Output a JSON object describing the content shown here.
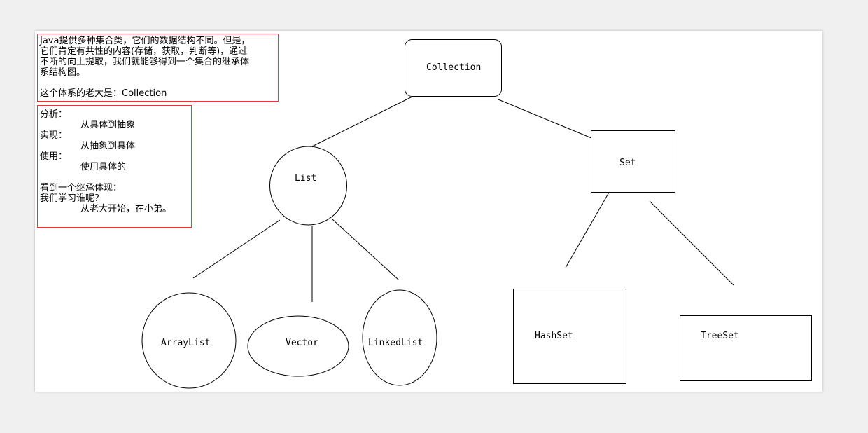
{
  "note_top": {
    "lines": [
      "Java提供多种集合类，它们的数据结构不同。但是，",
      "它们肯定有共性的内容(存储，获取，判断等)，通过",
      "不断的向上提取，我们就能够得到一个集合的继承体",
      "系结构图。",
      "",
      "这个体系的老大是：Collection"
    ]
  },
  "note_bottom": {
    "analysis_label": "分析：",
    "analysis_value": "从具体到抽象",
    "implement_label": "实现：",
    "implement_value": "从抽象到具体",
    "use_label": "使用：",
    "use_value": "使用具体的",
    "summary_line1": "看到一个继承体现：",
    "summary_line2": "我们学习谁呢？",
    "summary_line3": "从老大开始，在小弟。"
  },
  "nodes": {
    "collection": "Collection",
    "list": "List",
    "set": "Set",
    "arraylist": "ArrayList",
    "vector": "Vector",
    "linkedlist": "LinkedList",
    "hashset": "HashSet",
    "treeset": "TreeSet"
  },
  "colors": {
    "note_border": "#e8353a",
    "stroke": "#000000",
    "canvas": "#ffffff",
    "background": "#f0f0f0"
  }
}
